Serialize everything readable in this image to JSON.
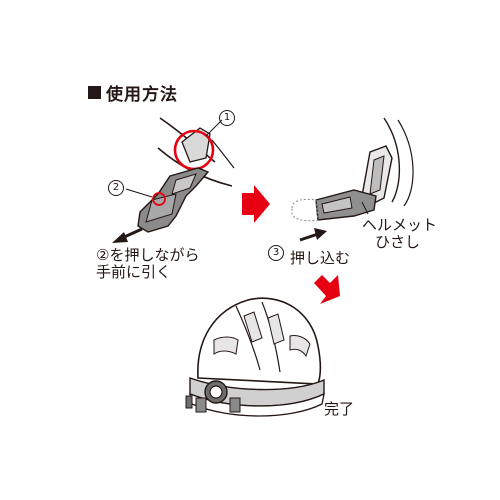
{
  "title": {
    "marker": "■",
    "text": "使用方法"
  },
  "steps": {
    "one": {
      "number": "1"
    },
    "two": {
      "number": "2",
      "instruction_line1": "②を押しながら",
      "instruction_line2": "手前に引く"
    },
    "three": {
      "number": "3",
      "instruction": "押し込む"
    }
  },
  "labels": {
    "helmet_visor_line1": "ヘルメット",
    "helmet_visor_line2": "ひさし",
    "done": "完了"
  },
  "colors": {
    "arrow_red": "#e60012",
    "ink": "#231815",
    "light_gray": "#e8e8e8",
    "mid_gray": "#a9a9a9"
  }
}
